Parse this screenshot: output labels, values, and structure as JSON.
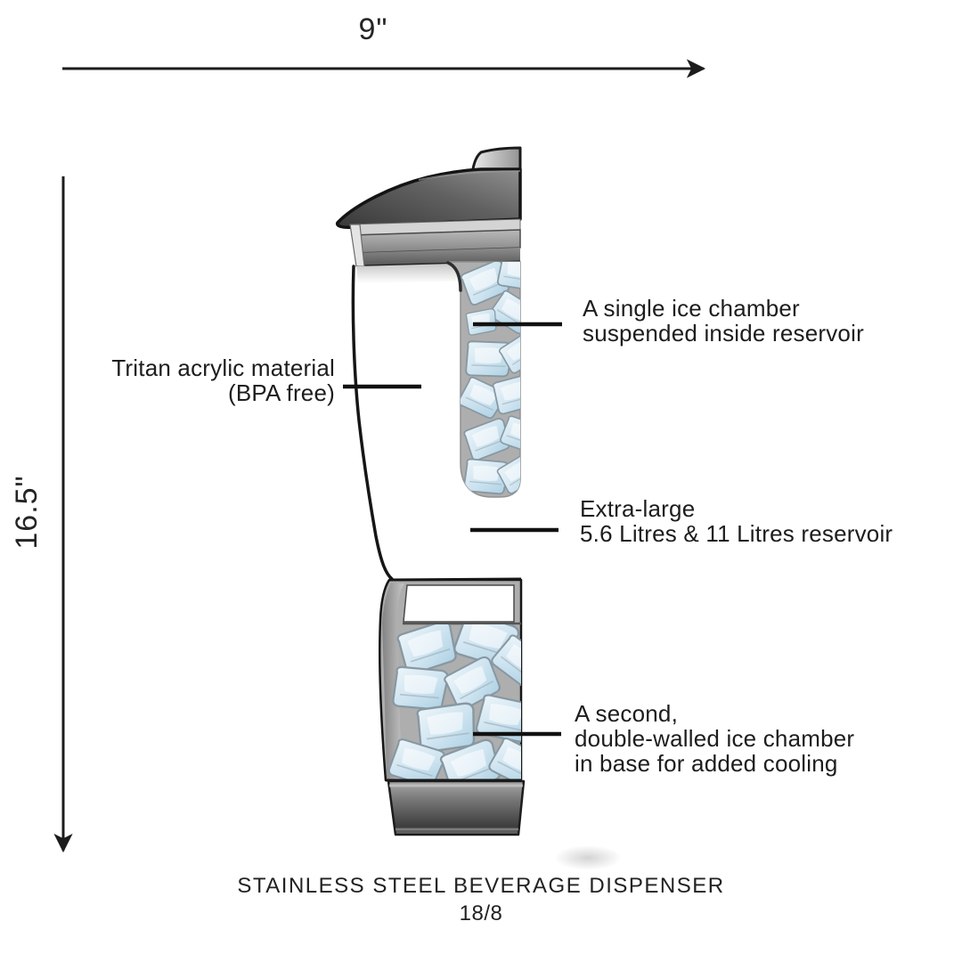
{
  "dimensions": {
    "width_label": "9\"",
    "height_label": "16.5\""
  },
  "annotations": {
    "ice_chamber": {
      "line1": "A single ice chamber",
      "line2": "suspended inside reservoir"
    },
    "material": {
      "line1": "Tritan acrylic material",
      "line2": "(BPA free)"
    },
    "reservoir": {
      "line1": "Extra-large",
      "line2": "5.6 Litres & 11 Litres reservoir"
    },
    "base_chamber": {
      "line1": "A second,",
      "line2": "double-walled ice chamber",
      "line3": "in base for added cooling"
    }
  },
  "caption": {
    "title": "STAINLESS STEEL BEVERAGE DISPENSER",
    "subtitle": "18/8"
  },
  "colors": {
    "text": "#1d1d1d",
    "line": "#161616",
    "lid_dark": "#4a4a4a",
    "metal_light": "#cfcfcf",
    "chamber_gray": "#aeaeae",
    "ice_blue": "#c9e1ef",
    "pedestal_dark": "#3d3d3d"
  }
}
